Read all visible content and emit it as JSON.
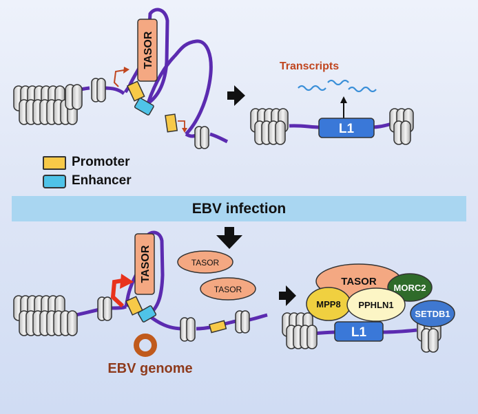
{
  "top": {
    "tasor_label": "TASOR",
    "transcripts_label": "Transcripts",
    "l1_label": "L1"
  },
  "legend": {
    "promoter_label": "Promoter",
    "enhancer_label": "Enhancer"
  },
  "band": {
    "label": "EBV infection"
  },
  "bottom": {
    "tasor_label": "TASOR",
    "free_tasor_1": "TASOR",
    "free_tasor_2": "TASOR",
    "ebv_genome_label": "EBV genome",
    "complex": {
      "tasor": "TASOR",
      "morc2": "MORC2",
      "mpp8": "MPP8",
      "pphln1": "PPHLN1",
      "setdb1": "SETDB1",
      "l1": "L1"
    }
  },
  "colors": {
    "dna": "#5b2bb0",
    "promoter": "#f7c948",
    "enhancer": "#4fc3e8",
    "tasor": "#f4a882",
    "l1": "#3a78d8",
    "mpp8": "#f0d040",
    "pphln1": "#fcf5c5",
    "morc2": "#2f6b2a",
    "setdb1": "#3f78d0",
    "ebv": "#c05a1c",
    "arrow_red": "#e8321c",
    "wave": "#3a8fd8",
    "band": "#a9d6f1"
  }
}
